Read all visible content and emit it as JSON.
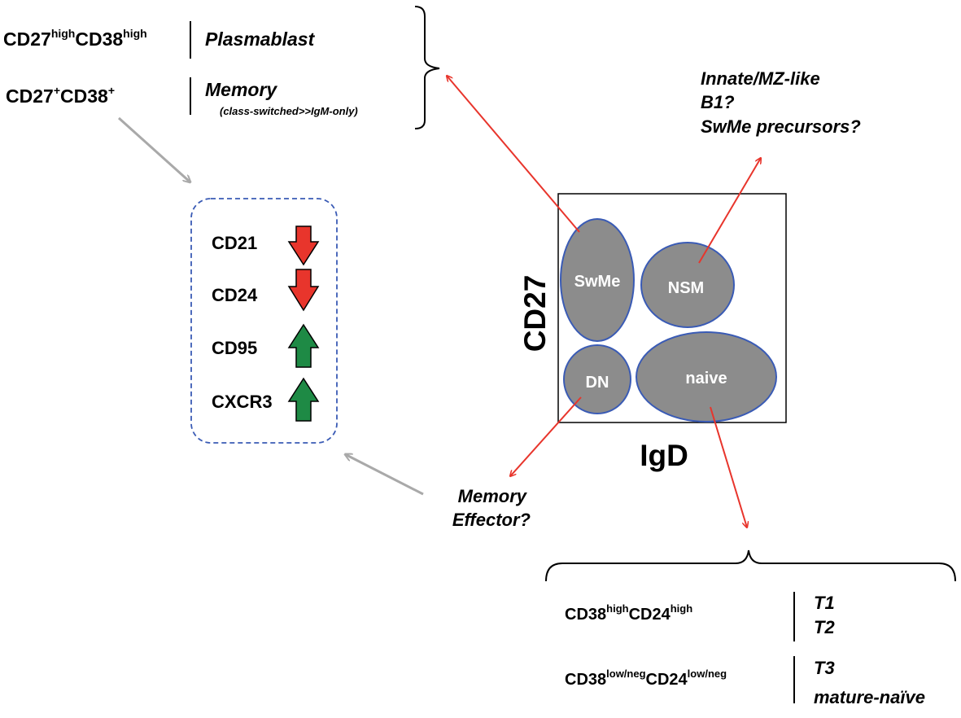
{
  "colors": {
    "population_fill": "#8c8c8c",
    "population_stroke": "#3a5bb5",
    "red_arrow": "#e8352c",
    "gray_arrow": "#a9a9a9",
    "down_arrow": "#e8352c",
    "up_arrow": "#1e8a45",
    "dashed_box": "#3a5bb5"
  },
  "plot": {
    "y_axis_label": "CD27",
    "x_axis_label": "IgD",
    "populations": [
      {
        "id": "swme",
        "label": "SwMe"
      },
      {
        "id": "nsm",
        "label": "NSM"
      },
      {
        "id": "dn",
        "label": "DN"
      },
      {
        "id": "naive",
        "label": "naive"
      }
    ]
  },
  "top_left": {
    "row1": {
      "base1": "CD27",
      "sup1": "high",
      "base2": "CD38",
      "sup2": "high",
      "descriptor": "Plasmablast"
    },
    "row2": {
      "base1": "CD27",
      "sup1": "+",
      "base2": "CD38",
      "sup2": "+",
      "descriptor": "Memory",
      "subnote": "(class-switched>>IgM-only)"
    }
  },
  "nsm_note": {
    "lines": [
      "Innate/MZ-like",
      "B1?",
      "SwMe precursors?"
    ]
  },
  "dn_note": {
    "lines": [
      "Memory",
      "Effector?"
    ]
  },
  "markers": [
    {
      "name": "CD21",
      "direction": "down",
      "icon": "down-arrow"
    },
    {
      "name": "CD24",
      "direction": "down",
      "icon": "down-arrow"
    },
    {
      "name": "CD95",
      "direction": "up",
      "icon": "up-arrow"
    },
    {
      "name": "CXCR3",
      "direction": "up",
      "icon": "up-arrow"
    }
  ],
  "bottom_right": {
    "row1": {
      "base1": "CD38",
      "sup1": "high",
      "base2": "CD24",
      "sup2": "high",
      "lines": [
        "T1",
        "T2"
      ]
    },
    "row2": {
      "base1": "CD38",
      "sup1": "low/neg",
      "base2": "CD24",
      "sup2": "low/neg",
      "lines": [
        "T3",
        "mature-naïve"
      ]
    }
  }
}
